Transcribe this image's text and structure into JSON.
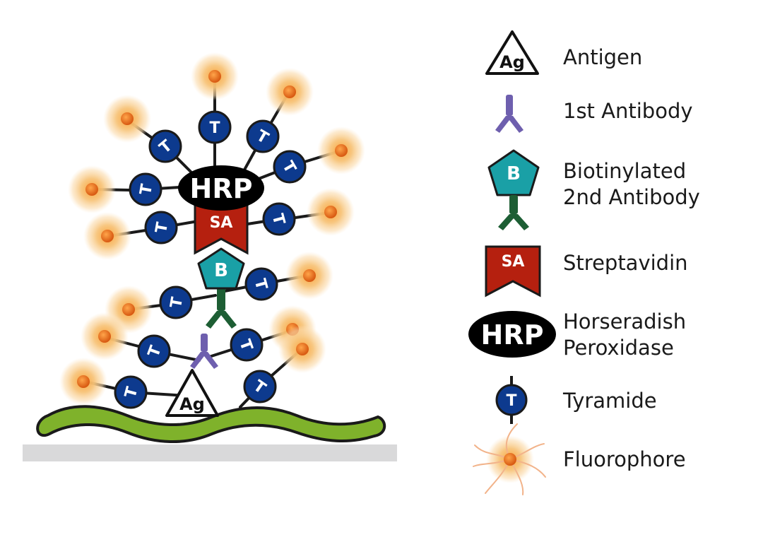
{
  "diagram": {
    "labels": {
      "hrp": "HRP",
      "sa": "SA",
      "biotin": "B",
      "antigen": "Ag",
      "tyramide": "T"
    }
  },
  "legend": {
    "items": [
      {
        "key": "antigen",
        "label": "Antigen"
      },
      {
        "key": "primary",
        "label": "1st Antibody"
      },
      {
        "key": "secondary",
        "label_line1": "Biotinylated",
        "label_line2": "2nd Antibody"
      },
      {
        "key": "sa",
        "label": "Streptavidin"
      },
      {
        "key": "hrp",
        "label_line1": "Horseradish",
        "label_line2": "Peroxidase"
      },
      {
        "key": "tyramide",
        "label": "Tyramide"
      },
      {
        "key": "fluor",
        "label": "Fluorophore"
      }
    ]
  },
  "colors": {
    "tyramide": "#0d3a8e",
    "biotin": "#1aa0a6",
    "streptavidin": "#b5200f",
    "hrp": "#000000",
    "primary_antibody": "#6e5fae",
    "secondary_antibody": "#1d5e34",
    "tissue": "#7fb22b",
    "slide": "#d9d9da",
    "fluor_core": "#e8731b",
    "fluor_glow": "#f6c679"
  }
}
